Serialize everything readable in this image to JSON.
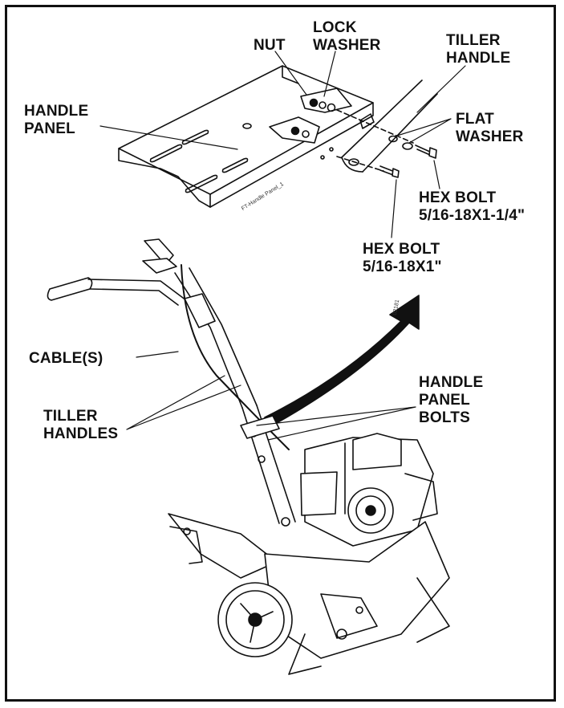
{
  "labels": {
    "nut": "NUT",
    "lock_washer_1": "LOCK",
    "lock_washer_2": "WASHER",
    "tiller_handle_1": "TILLER",
    "tiller_handle_2": "HANDLE",
    "handle_panel_1": "HANDLE",
    "handle_panel_2": "PANEL",
    "flat_washer_1": "FLAT",
    "flat_washer_2": "WASHER",
    "hex_bolt_long_1": "HEX BOLT",
    "hex_bolt_long_2": "5/16-18X1-1/4\"",
    "hex_bolt_short_1": "HEX BOLT",
    "hex_bolt_short_2": "5/16-18X1\"",
    "cables": "CABLE(S)",
    "tiller_handles_1": "TILLER",
    "tiller_handles_2": "HANDLES",
    "panel_bolts_1": "HANDLE",
    "panel_bolts_2": "PANEL",
    "panel_bolts_3": "BOLTS"
  },
  "fine_print": {
    "panel_ref": "FT-Handle Panel_1",
    "arrow_ref": "02181"
  }
}
